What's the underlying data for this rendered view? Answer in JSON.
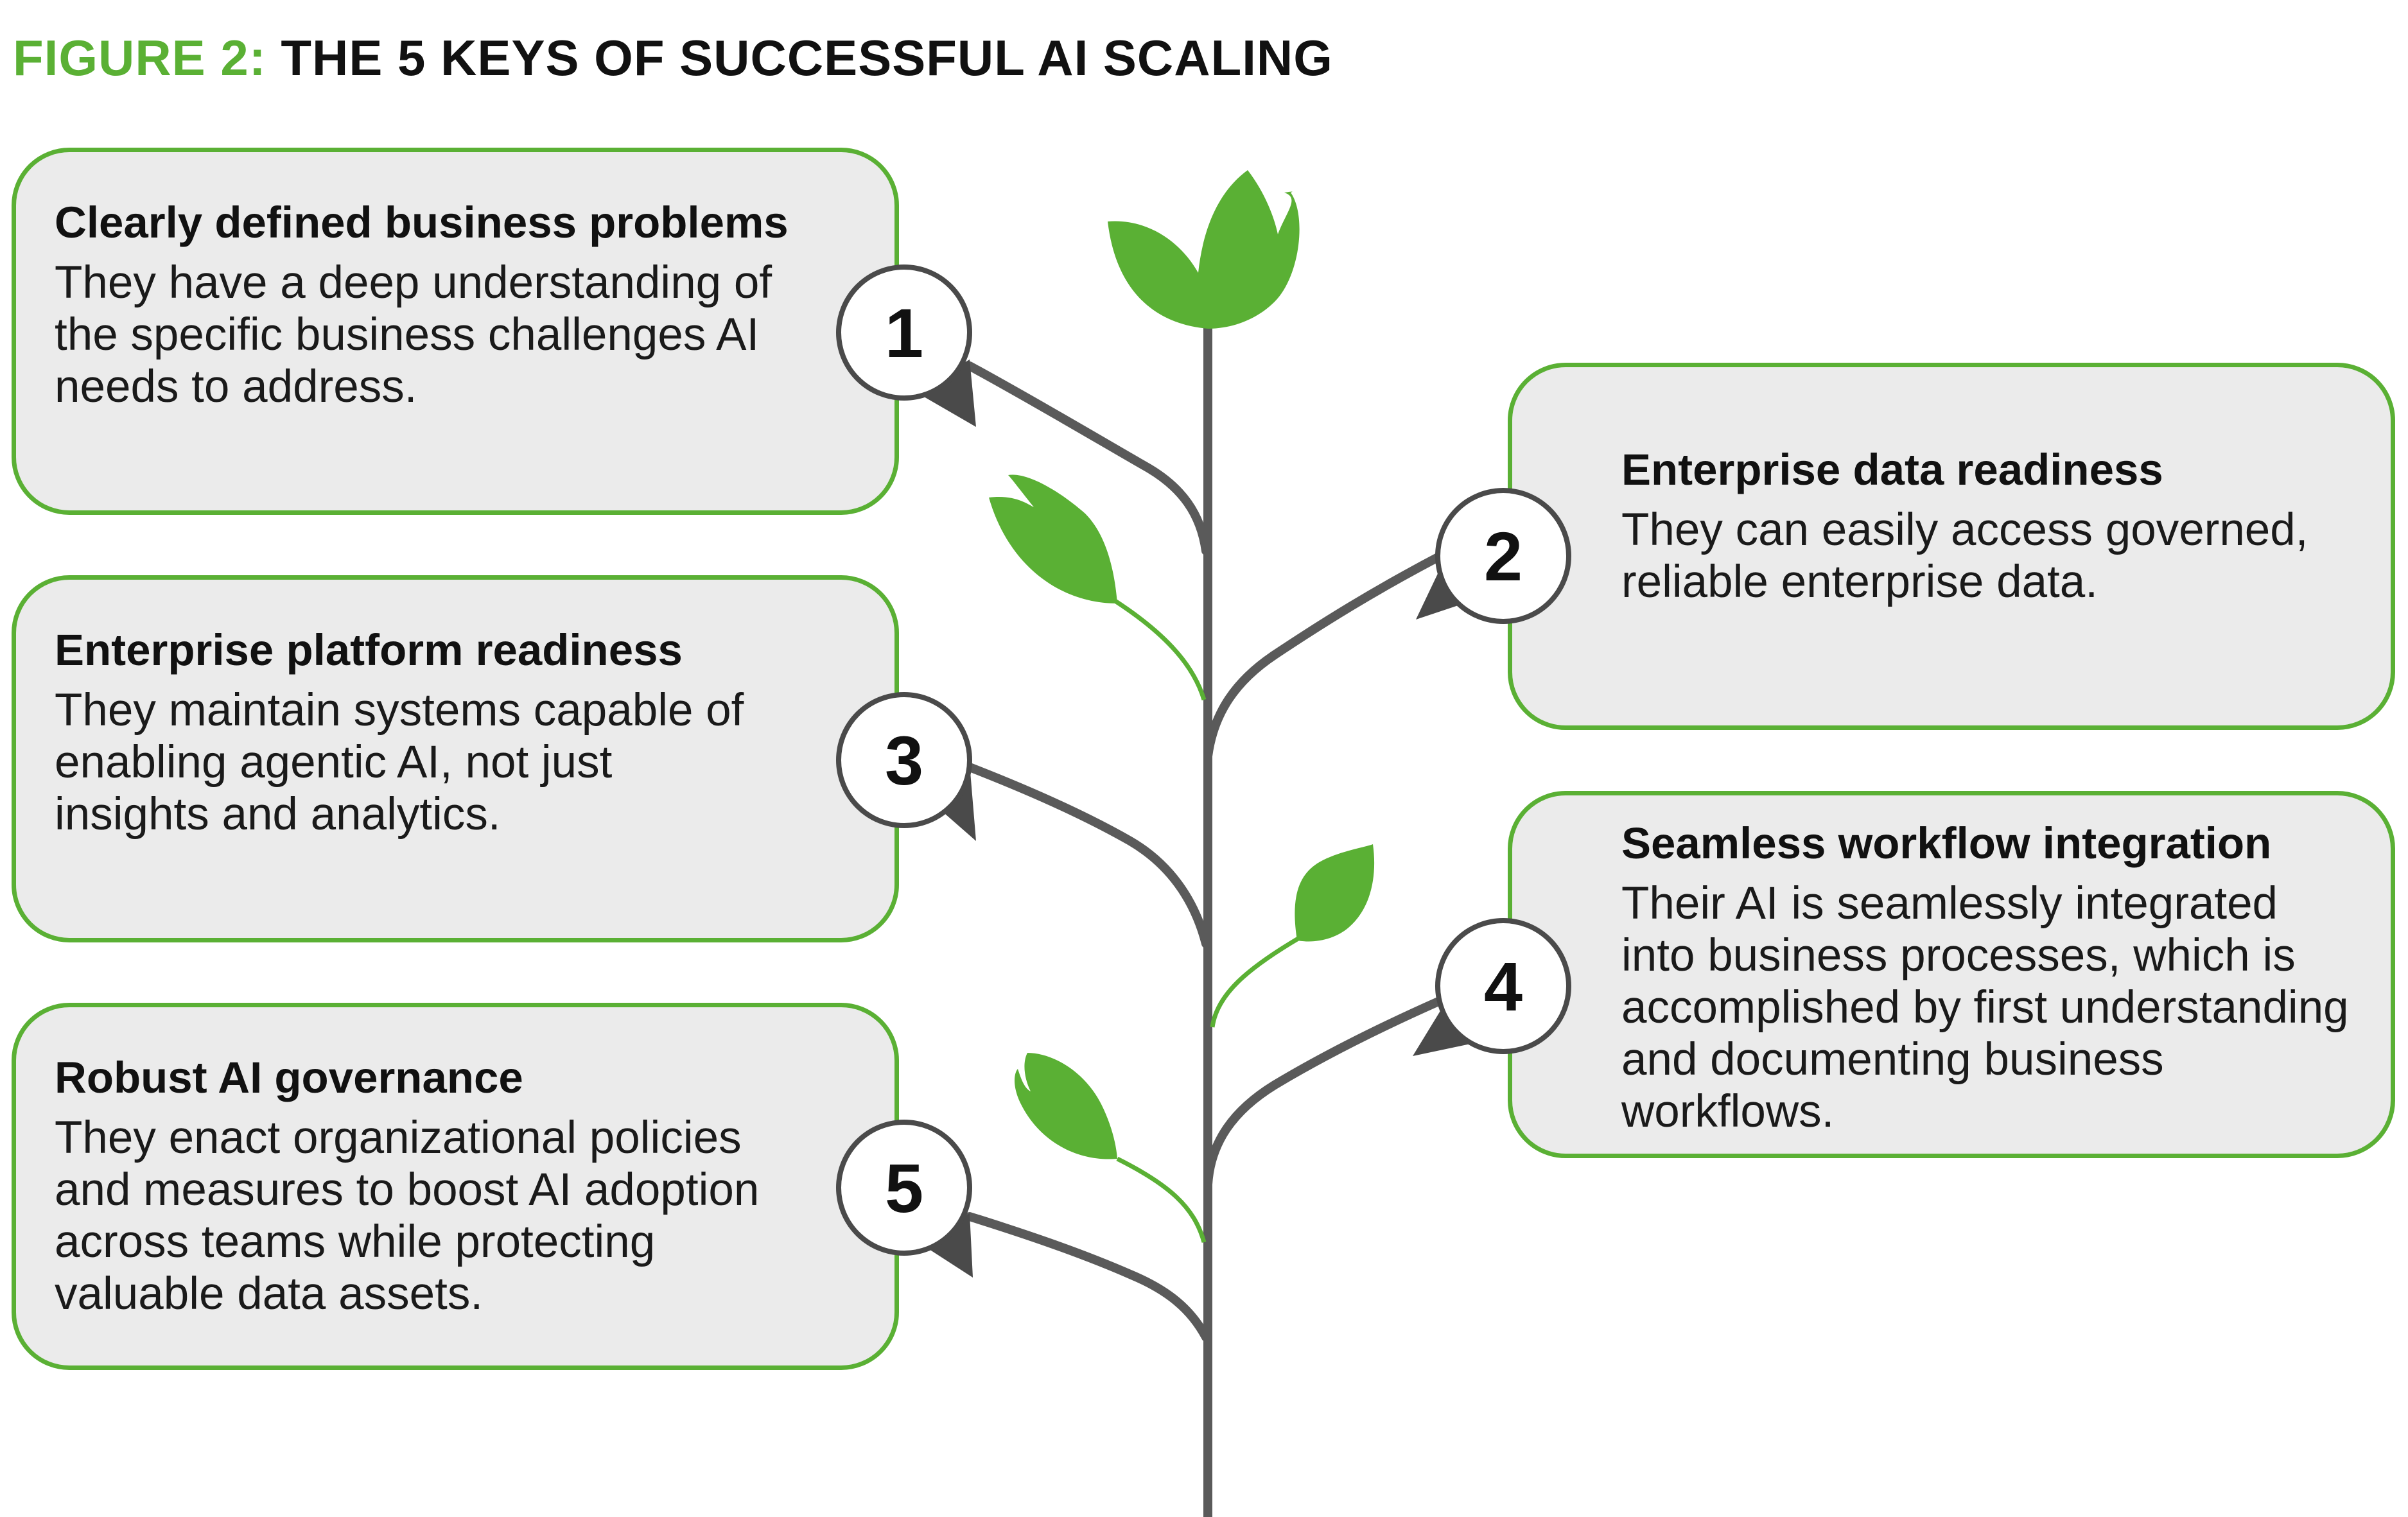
{
  "figure": {
    "label": "FIGURE 2:",
    "title": "THE 5 KEYS OF SUCCESSFUL AI SCALING"
  },
  "keys": [
    {
      "number": "1",
      "title": "Clearly defined business problems",
      "description": "They have a deep understanding of the specific business challenges AI needs to address."
    },
    {
      "number": "2",
      "title": "Enterprise data readiness",
      "description": "They can easily access governed, reliable enterprise data."
    },
    {
      "number": "3",
      "title": "Enterprise platform readiness",
      "description": "They maintain systems capable of enabling agentic AI, not just insights and analytics."
    },
    {
      "number": "4",
      "title": "Seamless workflow integration",
      "description": "Their AI is seamlessly integrated into business processes, which is accomplished by first understanding and documenting business workflows."
    },
    {
      "number": "5",
      "title": "Robust AI governance",
      "description": "They enact organizational policies and measures to boost AI adoption across teams while protecting valuable data assets."
    }
  ],
  "colors": {
    "accent_green": "#5ab034",
    "card_background": "#ebebeb",
    "stem_gray": "#5a5a5a",
    "text_dark": "#111111"
  }
}
